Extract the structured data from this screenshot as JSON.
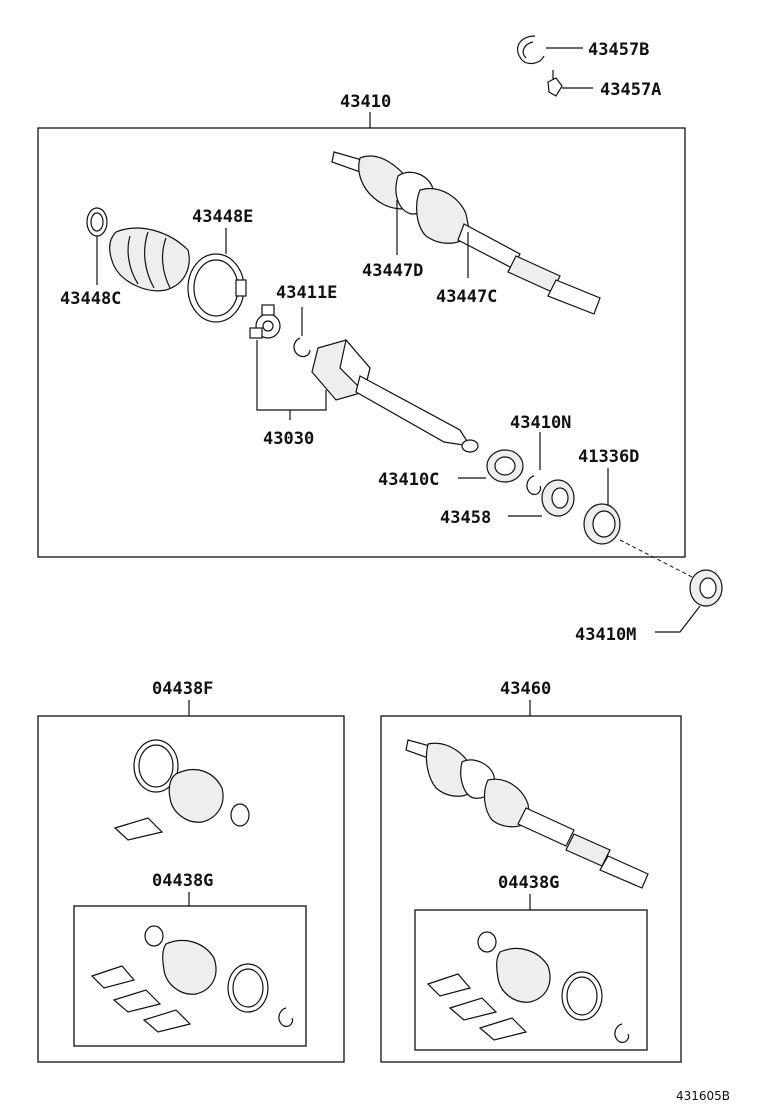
{
  "labels": {
    "p43457B": "43457B",
    "p43457A": "43457A",
    "p43410": "43410",
    "p43448E": "43448E",
    "p43448C": "43448C",
    "p43447D": "43447D",
    "p43447C": "43447C",
    "p43411E": "43411E",
    "p43030": "43030",
    "p43410N": "43410N",
    "p41336D": "41336D",
    "p43410C": "43410C",
    "p43458": "43458",
    "p43410M": "43410M",
    "p04438F": "04438F",
    "p04438G_left": "04438G",
    "p43460": "43460",
    "p04438G_right": "04438G"
  },
  "diagram_id": "431605B"
}
